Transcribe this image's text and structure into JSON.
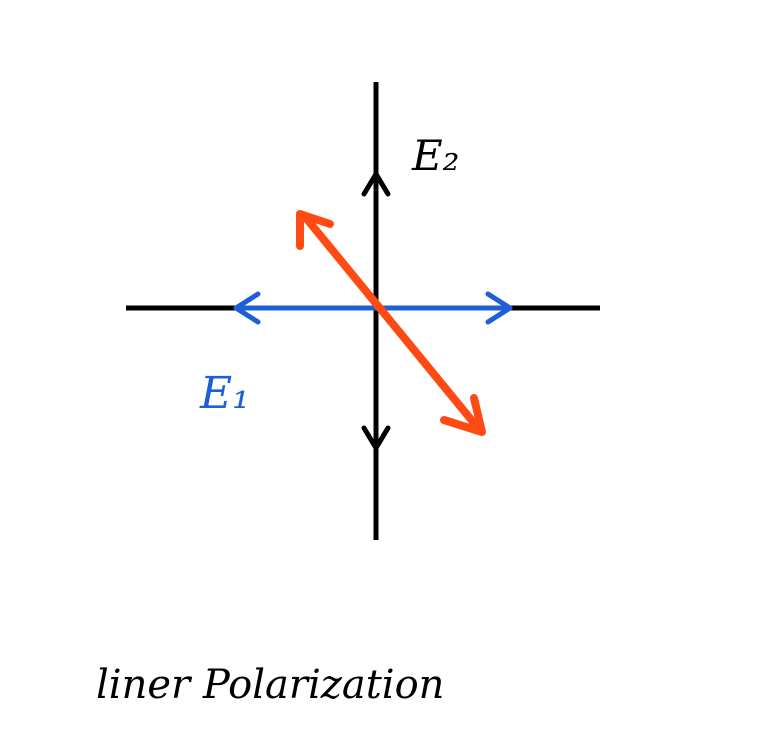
{
  "diagram": {
    "caption": "liner Polarization",
    "labels": {
      "e2": "E₂",
      "e1": "E₁"
    },
    "colors": {
      "axis": "#000000",
      "e1": "#1f5fd6",
      "e2": "#000000",
      "resultant": "#ff4a14"
    }
  }
}
